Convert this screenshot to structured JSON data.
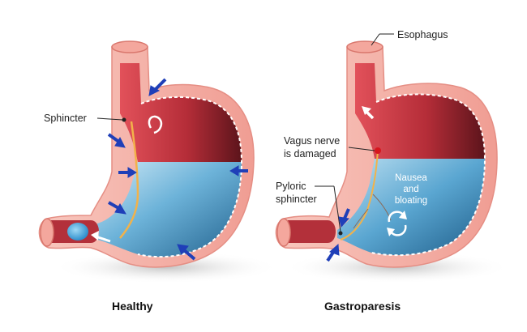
{
  "healthy": {
    "caption": "Healthy",
    "sphincter_label": "Sphincter"
  },
  "gastroparesis": {
    "caption": "Gastroparesis",
    "esophagus_label": "Esophagus",
    "vagus_line1": "Vagus nerve",
    "vagus_line2": "is damaged",
    "pyloric_line1": "Pyloric",
    "pyloric_line2": "sphincter",
    "inner_line1": "Nausea",
    "inner_line2": "and",
    "inner_line3": "bloating"
  },
  "colors": {
    "outer_wall": "#f6b8ae",
    "outer_wall_stroke": "#e58e84",
    "inner_red": "#c0353f",
    "inner_dark": "#6b1a22",
    "fluid_light": "#a9d7ec",
    "fluid_dark": "#2f7fb0",
    "arrow_blue": "#1f3fb8",
    "nerve": "#f2b24a",
    "dot": "#d6161e"
  }
}
